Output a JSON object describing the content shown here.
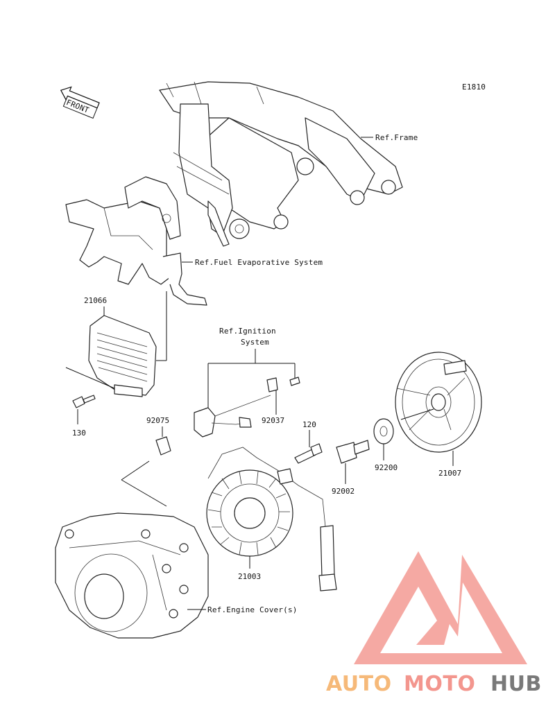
{
  "diagram_code": "E1810",
  "front_label": "FRONT",
  "references": {
    "frame": "Ref.Frame",
    "fuel_evaporative": "Ref.Fuel Evaporative System",
    "ignition_line1": "Ref.Ignition",
    "ignition_line2": "System",
    "engine_cover": "Ref.Engine Cover(s)"
  },
  "part_numbers": {
    "regulator": "21066",
    "bolt_130": "130",
    "clamp": "92075",
    "pickup_screw": "92037",
    "bolt_120": "120",
    "bolt_92002": "92002",
    "washer": "92200",
    "flywheel": "21007",
    "stator": "21003"
  },
  "watermark": {
    "word_part1": "AUTO",
    "word_part2": "MOTO",
    "word_part3": "HUB",
    "color_primary": "#f28b82",
    "color_accent": "#f6b26b",
    "color_dark": "#6b6b6b"
  }
}
